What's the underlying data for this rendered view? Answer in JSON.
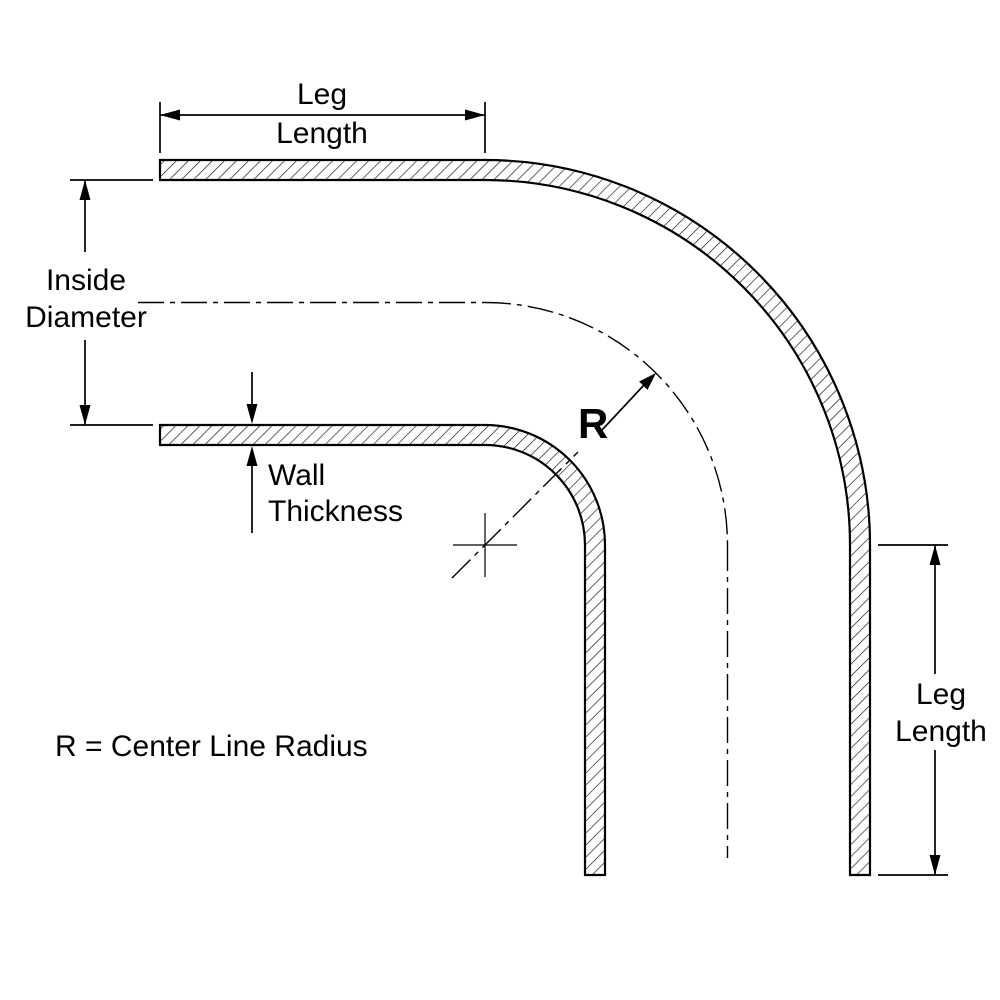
{
  "diagram": {
    "background": "#ffffff",
    "line_color": "#000000",
    "labels": {
      "top_dimension": {
        "line1": "Leg",
        "line2": "Length"
      },
      "inside_diameter": {
        "line1": "Inside",
        "line2": "Diameter",
        "color": "#ff0000"
      },
      "wall_thickness": {
        "line1": "Wall",
        "line2": "Thickness"
      },
      "radius_symbol": "R",
      "legend": "R = Center Line Radius",
      "right_dimension": {
        "line1": "Leg",
        "line2": "Length"
      }
    }
  }
}
